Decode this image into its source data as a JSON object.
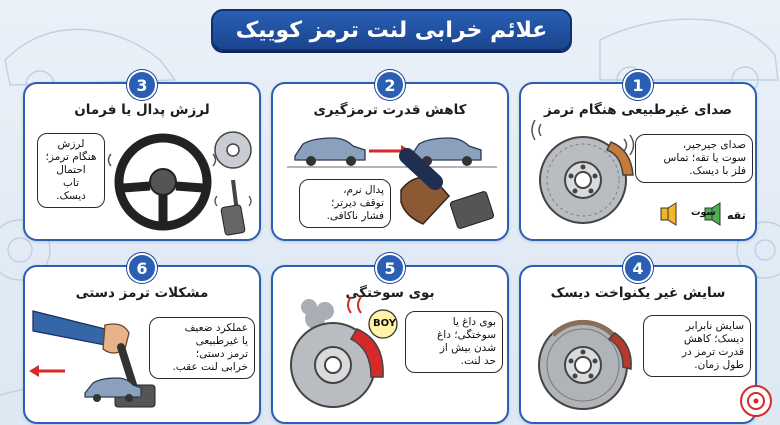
{
  "title": "علائم خرابی لنت ترمز کوییک",
  "colors": {
    "accent": "#2a5fb3",
    "accent_dark": "#1a4590",
    "brake_red": "#d62a2a",
    "caliper_orange": "#c77a3a"
  },
  "cards": [
    {
      "number": "1",
      "title": "صدای غیرطبیعی هنگام ترمز",
      "bubble": [
        "صدای جیرجیر،",
        "سوت یا تقه؛ تماس",
        "فلز با دیسک."
      ],
      "icons": [
        "brake-disc-icon",
        "speaker-icon"
      ],
      "labels": {
        "knock": "تقه",
        "whistle": "سوت"
      }
    },
    {
      "number": "2",
      "title": "کاهش قدرت ترمزگیری",
      "bubble": [
        "پدال نرم،",
        "توقف دیرتر؛",
        "فشار ناکافی."
      ],
      "icons": [
        "car-icon",
        "arrow-right-icon",
        "brake-pedal-icon"
      ]
    },
    {
      "number": "3",
      "title": "لرزش پدال یا فرمان",
      "bubble": [
        "لرزش",
        "هنگام ترمز؛",
        "احتمال",
        "تاب",
        "دیسک."
      ],
      "icons": [
        "steering-wheel-icon",
        "brake-disc-icon",
        "pedal-icon"
      ]
    },
    {
      "number": "4",
      "title": "سایش غیر یکنواخت دیسک",
      "bubble": [
        "سایش نابرابر",
        "دیسک؛ کاهش",
        "قدرت ترمز در",
        "طول زمان."
      ],
      "icons": [
        "worn-disc-icon"
      ]
    },
    {
      "number": "5",
      "title": "بوی سوختگی",
      "bubble": [
        "بوی داغ یا",
        "سوختگی؛ داغ",
        "شدن بیش از",
        "حد لنت."
      ],
      "icons": [
        "smoking-disc-icon"
      ],
      "labels": {
        "boy": "BOY"
      }
    },
    {
      "number": "6",
      "title": "مشکلات ترمز دستی",
      "bubble": [
        "عملکرد ضعیف",
        "یا غیرطبیعی",
        "ترمز دستی؛",
        "خرابی لنت عقب."
      ],
      "icons": [
        "handbrake-icon",
        "car-icon",
        "arrow-left-icon"
      ]
    }
  ]
}
